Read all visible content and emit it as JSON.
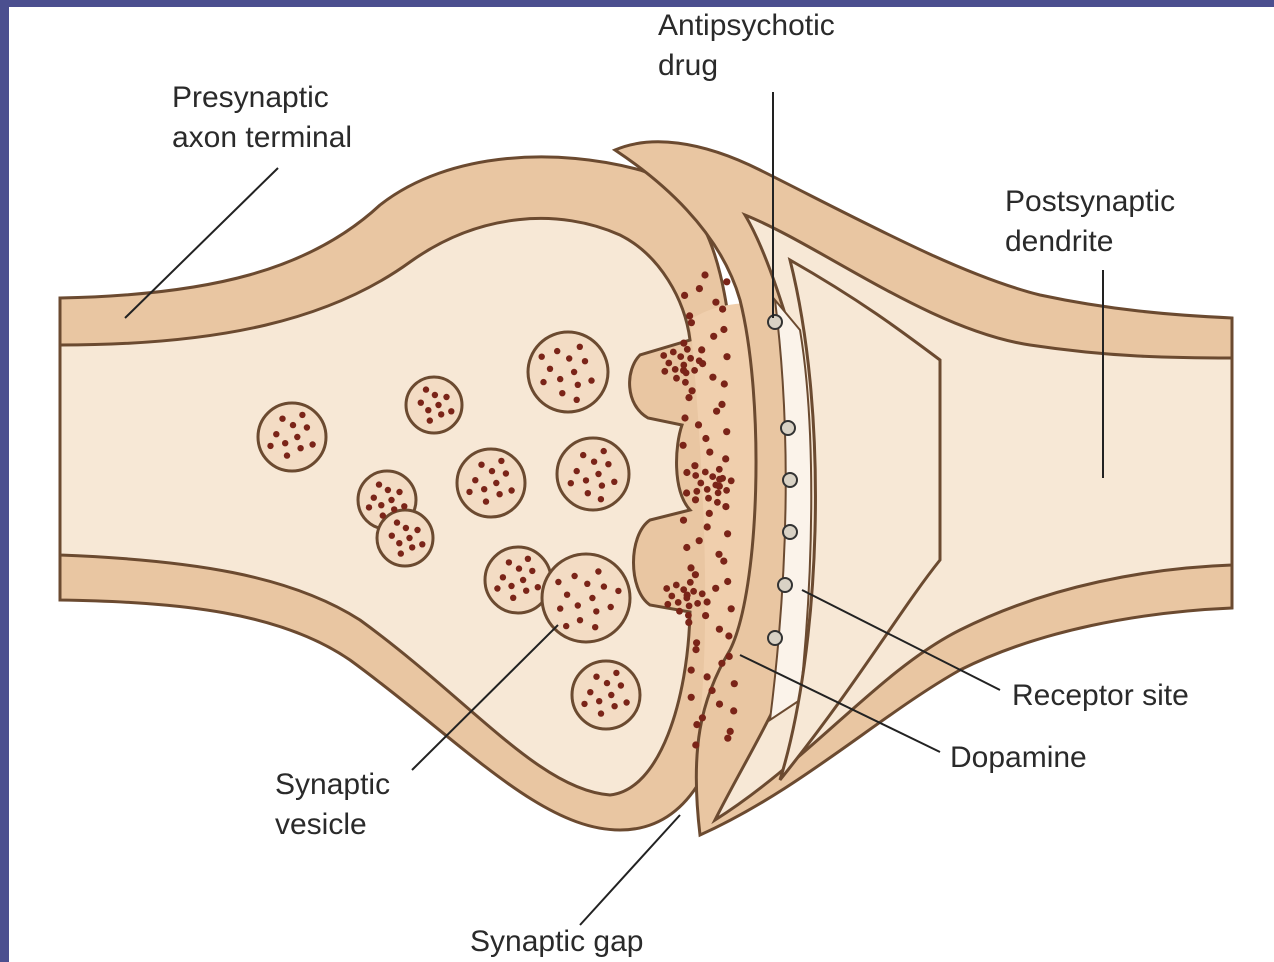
{
  "labels": {
    "antipsychotic_drug": [
      "Antipsychotic",
      "drug"
    ],
    "presynaptic_axon_terminal": [
      "Presynaptic",
      "axon terminal"
    ],
    "postsynaptic_dendrite": [
      "Postsynaptic",
      "dendrite"
    ],
    "receptor_site": "Receptor site",
    "dopamine": "Dopamine",
    "synaptic_vesicle": [
      "Synaptic",
      "vesicle"
    ],
    "synaptic_gap": "Synaptic gap"
  },
  "colors": {
    "frame": "#4b4f8f",
    "membrane": "#e9c6a2",
    "cytoplasm": "#f7e8d6",
    "vesicle_fill": "#f3dcc4",
    "dopamine_dot": "#7a2418",
    "outline": "#6b4a30",
    "leader_line": "#222222"
  }
}
